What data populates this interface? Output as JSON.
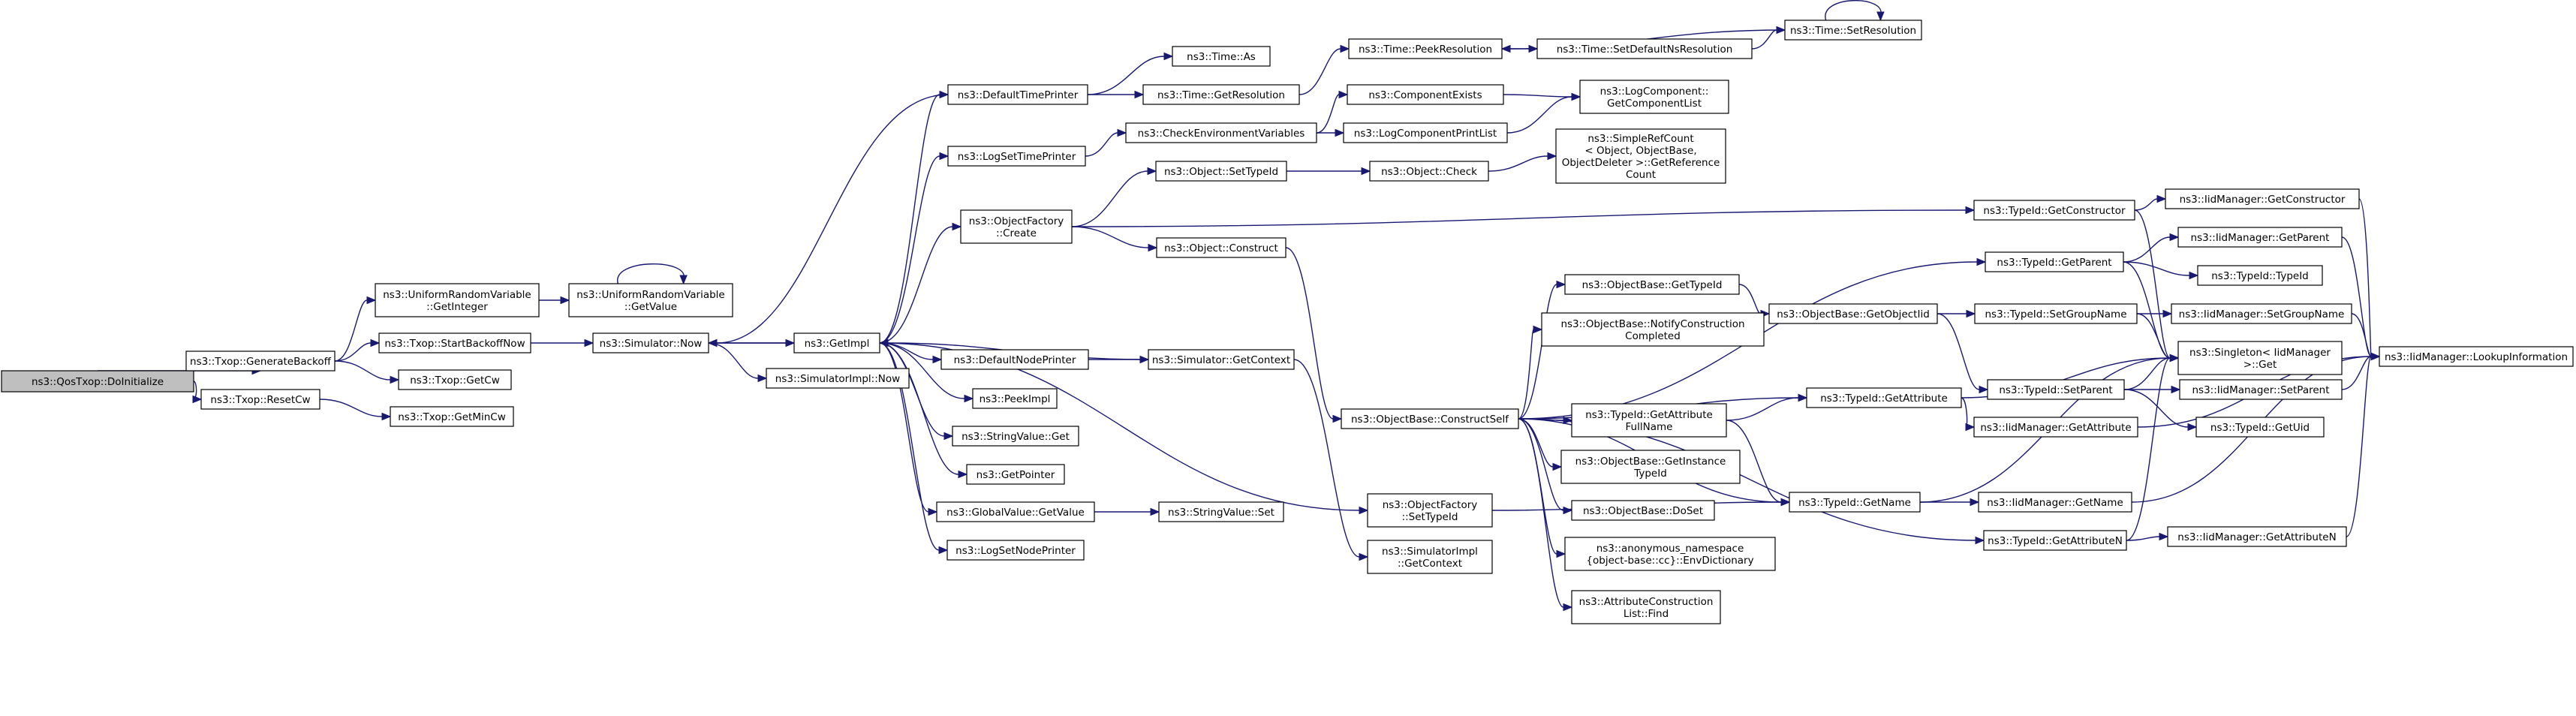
{
  "diagram": {
    "nodes": [
      {
        "id": "n_root",
        "lines": [
          "ns3::QosTxop::DoInitialize"
        ],
        "root": true
      },
      {
        "id": "n_genbackoff",
        "lines": [
          "ns3::Txop::GenerateBackoff"
        ]
      },
      {
        "id": "n_resetcw",
        "lines": [
          "ns3::Txop::ResetCw"
        ]
      },
      {
        "id": "n_urv_getint",
        "lines": [
          "ns3::UniformRandomVariable",
          "::GetInteger"
        ]
      },
      {
        "id": "n_startbackoff",
        "lines": [
          "ns3::Txop::StartBackoffNow"
        ]
      },
      {
        "id": "n_getcw",
        "lines": [
          "ns3::Txop::GetCw"
        ]
      },
      {
        "id": "n_getmincw",
        "lines": [
          "ns3::Txop::GetMinCw"
        ]
      },
      {
        "id": "n_urv_getval",
        "lines": [
          "ns3::UniformRandomVariable",
          "::GetValue"
        ]
      },
      {
        "id": "n_sim_now",
        "lines": [
          "ns3::Simulator::Now"
        ]
      },
      {
        "id": "n_getimpl",
        "lines": [
          "ns3::GetImpl"
        ]
      },
      {
        "id": "n_simimpl_now",
        "lines": [
          "ns3::SimulatorImpl::Now"
        ]
      },
      {
        "id": "n_deftimeprinter",
        "lines": [
          "ns3::DefaultTimePrinter"
        ]
      },
      {
        "id": "n_logsettime",
        "lines": [
          "ns3::LogSetTimePrinter"
        ]
      },
      {
        "id": "n_objfactory_create",
        "lines": [
          "ns3::ObjectFactory",
          "::Create"
        ]
      },
      {
        "id": "n_defnodeprinter",
        "lines": [
          "ns3::DefaultNodePrinter"
        ]
      },
      {
        "id": "n_peekimpl",
        "lines": [
          "ns3::PeekImpl"
        ]
      },
      {
        "id": "n_strval_get",
        "lines": [
          "ns3::StringValue::Get"
        ]
      },
      {
        "id": "n_getpointer",
        "lines": [
          "ns3::GetPointer"
        ]
      },
      {
        "id": "n_globval_getval",
        "lines": [
          "ns3::GlobalValue::GetValue"
        ]
      },
      {
        "id": "n_logsetnode",
        "lines": [
          "ns3::LogSetNodePrinter"
        ]
      },
      {
        "id": "n_time_as",
        "lines": [
          "ns3::Time::As"
        ]
      },
      {
        "id": "n_time_getres",
        "lines": [
          "ns3::Time::GetResolution"
        ]
      },
      {
        "id": "n_checkenv",
        "lines": [
          "ns3::CheckEnvironmentVariables"
        ]
      },
      {
        "id": "n_obj_settypeid",
        "lines": [
          "ns3::Object::SetTypeId"
        ]
      },
      {
        "id": "n_obj_construct",
        "lines": [
          "ns3::Object::Construct"
        ]
      },
      {
        "id": "n_sim_getctx",
        "lines": [
          "ns3::Simulator::GetContext"
        ]
      },
      {
        "id": "n_strval_set",
        "lines": [
          "ns3::StringValue::Set"
        ]
      },
      {
        "id": "n_time_peekres",
        "lines": [
          "ns3::Time::PeekResolution"
        ]
      },
      {
        "id": "n_compexists",
        "lines": [
          "ns3::ComponentExists"
        ]
      },
      {
        "id": "n_logcompprint",
        "lines": [
          "ns3::LogComponentPrintList"
        ]
      },
      {
        "id": "n_obj_check",
        "lines": [
          "ns3::Object::Check"
        ]
      },
      {
        "id": "n_objbase_constructself",
        "lines": [
          "ns3::ObjectBase::ConstructSelf"
        ]
      },
      {
        "id": "n_objfactory_settypeid",
        "lines": [
          "ns3::ObjectFactory",
          "::SetTypeId"
        ]
      },
      {
        "id": "n_simimpl_getctx",
        "lines": [
          "ns3::SimulatorImpl",
          "::GetContext"
        ]
      },
      {
        "id": "n_time_setdefres",
        "lines": [
          "ns3::Time::SetDefaultNsResolution"
        ]
      },
      {
        "id": "n_time_setres",
        "lines": [
          "ns3::Time::SetResolution"
        ]
      },
      {
        "id": "n_logcomp_getlist",
        "lines": [
          "ns3::LogComponent::",
          "GetComponentList"
        ]
      },
      {
        "id": "n_simplerefcount",
        "lines": [
          "ns3::SimpleRefCount",
          "< Object, ObjectBase,",
          "ObjectDeleter >::GetReference",
          "Count"
        ]
      },
      {
        "id": "n_objbase_gettypeid",
        "lines": [
          "ns3::ObjectBase::GetTypeId"
        ]
      },
      {
        "id": "n_objbase_notify",
        "lines": [
          "ns3::ObjectBase::NotifyConstruction",
          "Completed"
        ]
      },
      {
        "id": "n_typeid_getattrfull",
        "lines": [
          "ns3::TypeId::GetAttribute",
          "FullName"
        ]
      },
      {
        "id": "n_objbase_getinst",
        "lines": [
          "ns3::ObjectBase::GetInstance",
          "TypeId"
        ]
      },
      {
        "id": "n_objbase_doset",
        "lines": [
          "ns3::ObjectBase::DoSet"
        ]
      },
      {
        "id": "n_anon_envdict",
        "lines": [
          "ns3::anonymous_namespace",
          "{object-base::cc}::EnvDictionary"
        ]
      },
      {
        "id": "n_attrconst_find",
        "lines": [
          "ns3::AttributeConstruction",
          "List::Find"
        ]
      },
      {
        "id": "n_objbase_getobjtid",
        "lines": [
          "ns3::ObjectBase::GetObjectIid"
        ]
      },
      {
        "id": "n_typeid_getattr",
        "lines": [
          "ns3::TypeId::GetAttribute"
        ]
      },
      {
        "id": "n_typeid_getname",
        "lines": [
          "ns3::TypeId::GetName"
        ]
      },
      {
        "id": "n_typeid_getctor",
        "lines": [
          "ns3::TypeId::GetConstructor"
        ]
      },
      {
        "id": "n_typeid_getparent",
        "lines": [
          "ns3::TypeId::GetParent"
        ]
      },
      {
        "id": "n_typeid_setgroup",
        "lines": [
          "ns3::TypeId::SetGroupName"
        ]
      },
      {
        "id": "n_typeid_setparent",
        "lines": [
          "ns3::TypeId::SetParent"
        ]
      },
      {
        "id": "n_iid_getattr",
        "lines": [
          "ns3::IidManager::GetAttribute"
        ]
      },
      {
        "id": "n_iid_getname",
        "lines": [
          "ns3::IidManager::GetName"
        ]
      },
      {
        "id": "n_typeid_getattrn",
        "lines": [
          "ns3::TypeId::GetAttributeN"
        ]
      },
      {
        "id": "n_singleton_get",
        "lines": [
          "ns3::Singleton< IidManager",
          ">::Get"
        ]
      },
      {
        "id": "n_iid_getctor",
        "lines": [
          "ns3::IidManager::GetConstructor"
        ]
      },
      {
        "id": "n_iid_getparent",
        "lines": [
          "ns3::IidManager::GetParent"
        ]
      },
      {
        "id": "n_typeid_typeid",
        "lines": [
          "ns3::TypeId::TypeId"
        ]
      },
      {
        "id": "n_iid_setgroup",
        "lines": [
          "ns3::IidManager::SetGroupName"
        ]
      },
      {
        "id": "n_iid_setparent",
        "lines": [
          "ns3::IidManager::SetParent"
        ]
      },
      {
        "id": "n_typeid_getuid",
        "lines": [
          "ns3::TypeId::GetUid"
        ]
      },
      {
        "id": "n_iid_getattrn",
        "lines": [
          "ns3::IidManager::GetAttributeN"
        ]
      },
      {
        "id": "n_iid_lookup",
        "lines": [
          "ns3::IidManager::LookupInformation"
        ]
      }
    ],
    "edges": [
      [
        "n_root",
        "n_genbackoff"
      ],
      [
        "n_root",
        "n_resetcw"
      ],
      [
        "n_genbackoff",
        "n_urv_getint"
      ],
      [
        "n_genbackoff",
        "n_startbackoff"
      ],
      [
        "n_genbackoff",
        "n_getcw"
      ],
      [
        "n_resetcw",
        "n_getmincw"
      ],
      [
        "n_urv_getint",
        "n_urv_getval"
      ],
      [
        "n_urv_getval",
        "n_urv_getval"
      ],
      [
        "n_startbackoff",
        "n_sim_now"
      ],
      [
        "n_sim_now",
        "n_getimpl"
      ],
      [
        "n_sim_now",
        "n_simimpl_now"
      ],
      [
        "n_getimpl",
        "n_sim_now"
      ],
      [
        "n_getimpl",
        "n_deftimeprinter"
      ],
      [
        "n_getimpl",
        "n_logsettime"
      ],
      [
        "n_getimpl",
        "n_objfactory_create"
      ],
      [
        "n_getimpl",
        "n_defnodeprinter"
      ],
      [
        "n_getimpl",
        "n_peekimpl"
      ],
      [
        "n_getimpl",
        "n_strval_get"
      ],
      [
        "n_getimpl",
        "n_getpointer"
      ],
      [
        "n_getimpl",
        "n_globval_getval"
      ],
      [
        "n_getimpl",
        "n_logsetnode"
      ],
      [
        "n_getimpl",
        "n_objfactory_settypeid"
      ],
      [
        "n_deftimeprinter",
        "n_time_as"
      ],
      [
        "n_deftimeprinter",
        "n_time_getres"
      ],
      [
        "n_deftimeprinter",
        "n_sim_now"
      ],
      [
        "n_logsettime",
        "n_checkenv"
      ],
      [
        "n_objfactory_create",
        "n_obj_settypeid"
      ],
      [
        "n_objfactory_create",
        "n_obj_construct"
      ],
      [
        "n_objfactory_create",
        "n_typeid_getctor"
      ],
      [
        "n_defnodeprinter",
        "n_sim_getctx"
      ],
      [
        "n_sim_getctx",
        "n_getimpl"
      ],
      [
        "n_sim_getctx",
        "n_simimpl_getctx"
      ],
      [
        "n_globval_getval",
        "n_strval_set"
      ],
      [
        "n_time_getres",
        "n_time_peekres"
      ],
      [
        "n_checkenv",
        "n_compexists"
      ],
      [
        "n_checkenv",
        "n_logcompprint"
      ],
      [
        "n_obj_settypeid",
        "n_obj_check"
      ],
      [
        "n_obj_construct",
        "n_objbase_constructself"
      ],
      [
        "n_time_peekres",
        "n_time_setdefres"
      ],
      [
        "n_time_setdefres",
        "n_time_setres"
      ],
      [
        "n_time_setres",
        "n_time_peekres"
      ],
      [
        "n_time_setres",
        "n_time_setres"
      ],
      [
        "n_compexists",
        "n_logcomp_getlist"
      ],
      [
        "n_logcompprint",
        "n_logcomp_getlist"
      ],
      [
        "n_obj_check",
        "n_simplerefcount"
      ],
      [
        "n_objfactory_settypeid",
        "n_typeid_getname"
      ],
      [
        "n_objbase_constructself",
        "n_objbase_gettypeid"
      ],
      [
        "n_objbase_constructself",
        "n_objbase_notify"
      ],
      [
        "n_objbase_constructself",
        "n_typeid_getattrfull"
      ],
      [
        "n_objbase_constructself",
        "n_objbase_getinst"
      ],
      [
        "n_objbase_constructself",
        "n_objbase_doset"
      ],
      [
        "n_objbase_constructself",
        "n_anon_envdict"
      ],
      [
        "n_objbase_constructself",
        "n_attrconst_find"
      ],
      [
        "n_objbase_constructself",
        "n_typeid_getattr"
      ],
      [
        "n_objbase_constructself",
        "n_typeid_getname"
      ],
      [
        "n_objbase_constructself",
        "n_typeid_getparent"
      ],
      [
        "n_objbase_constructself",
        "n_typeid_getattrn"
      ],
      [
        "n_objbase_gettypeid",
        "n_objbase_getobjtid"
      ],
      [
        "n_objbase_getobjtid",
        "n_typeid_setgroup"
      ],
      [
        "n_objbase_getobjtid",
        "n_typeid_setparent"
      ],
      [
        "n_typeid_getattrfull",
        "n_typeid_getattr"
      ],
      [
        "n_typeid_getattrfull",
        "n_typeid_getname"
      ],
      [
        "n_typeid_getattr",
        "n_iid_getattr"
      ],
      [
        "n_typeid_getattr",
        "n_singleton_get"
      ],
      [
        "n_typeid_getname",
        "n_iid_getname"
      ],
      [
        "n_typeid_getname",
        "n_singleton_get"
      ],
      [
        "n_typeid_getctor",
        "n_iid_getctor"
      ],
      [
        "n_typeid_getctor",
        "n_singleton_get"
      ],
      [
        "n_typeid_getparent",
        "n_iid_getparent"
      ],
      [
        "n_typeid_getparent",
        "n_typeid_typeid"
      ],
      [
        "n_typeid_getparent",
        "n_singleton_get"
      ],
      [
        "n_typeid_setgroup",
        "n_iid_setgroup"
      ],
      [
        "n_typeid_setgroup",
        "n_singleton_get"
      ],
      [
        "n_typeid_setparent",
        "n_iid_setparent"
      ],
      [
        "n_typeid_setparent",
        "n_typeid_getuid"
      ],
      [
        "n_typeid_setparent",
        "n_singleton_get"
      ],
      [
        "n_iid_getattr",
        "n_iid_lookup"
      ],
      [
        "n_typeid_getattrn",
        "n_iid_getattrn"
      ],
      [
        "n_typeid_getattrn",
        "n_singleton_get"
      ],
      [
        "n_iid_getname",
        "n_iid_lookup"
      ],
      [
        "n_iid_getctor",
        "n_iid_lookup"
      ],
      [
        "n_iid_getparent",
        "n_iid_lookup"
      ],
      [
        "n_iid_setgroup",
        "n_iid_lookup"
      ],
      [
        "n_iid_setparent",
        "n_iid_lookup"
      ],
      [
        "n_iid_getattrn",
        "n_iid_lookup"
      ]
    ],
    "colors": {
      "edge": "#191970",
      "root_fill": "#bfbfbf",
      "node_fill": "#ffffff",
      "node_stroke": "#000000"
    }
  }
}
